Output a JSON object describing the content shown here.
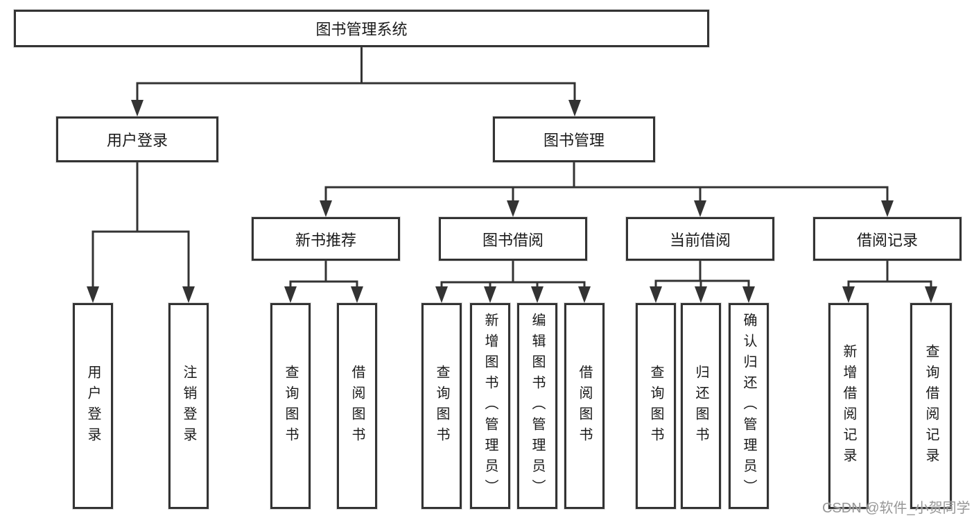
{
  "tree": {
    "root": {
      "label": "图书管理系统"
    },
    "user_login": {
      "label": "用户登录",
      "children": [
        {
          "label": "用户登录"
        },
        {
          "label": "注销登录"
        }
      ]
    },
    "book_management": {
      "label": "图书管理",
      "children": [
        {
          "label": "新书推荐",
          "children": [
            {
              "label": "查询图书"
            },
            {
              "label": "借阅图书"
            }
          ]
        },
        {
          "label": "图书借阅",
          "children": [
            {
              "label": "查询图书"
            },
            {
              "label": "新增图书（管理员）"
            },
            {
              "label": "编辑图书（管理员）"
            },
            {
              "label": "借阅图书"
            }
          ]
        },
        {
          "label": "当前借阅",
          "children": [
            {
              "label": "查询图书"
            },
            {
              "label": "归还图书"
            },
            {
              "label": "确认归还（管理员）"
            }
          ]
        },
        {
          "label": "借阅记录",
          "children": [
            {
              "label": "新增借阅记录"
            },
            {
              "label": "查询借阅记录"
            }
          ]
        }
      ]
    }
  },
  "watermark": {
    "text": "CSDN @软件_小贺同学"
  },
  "colors": {
    "line": "#333333",
    "text": "#1a1a1a",
    "watermark": "#979797",
    "background": "#ffffff"
  }
}
